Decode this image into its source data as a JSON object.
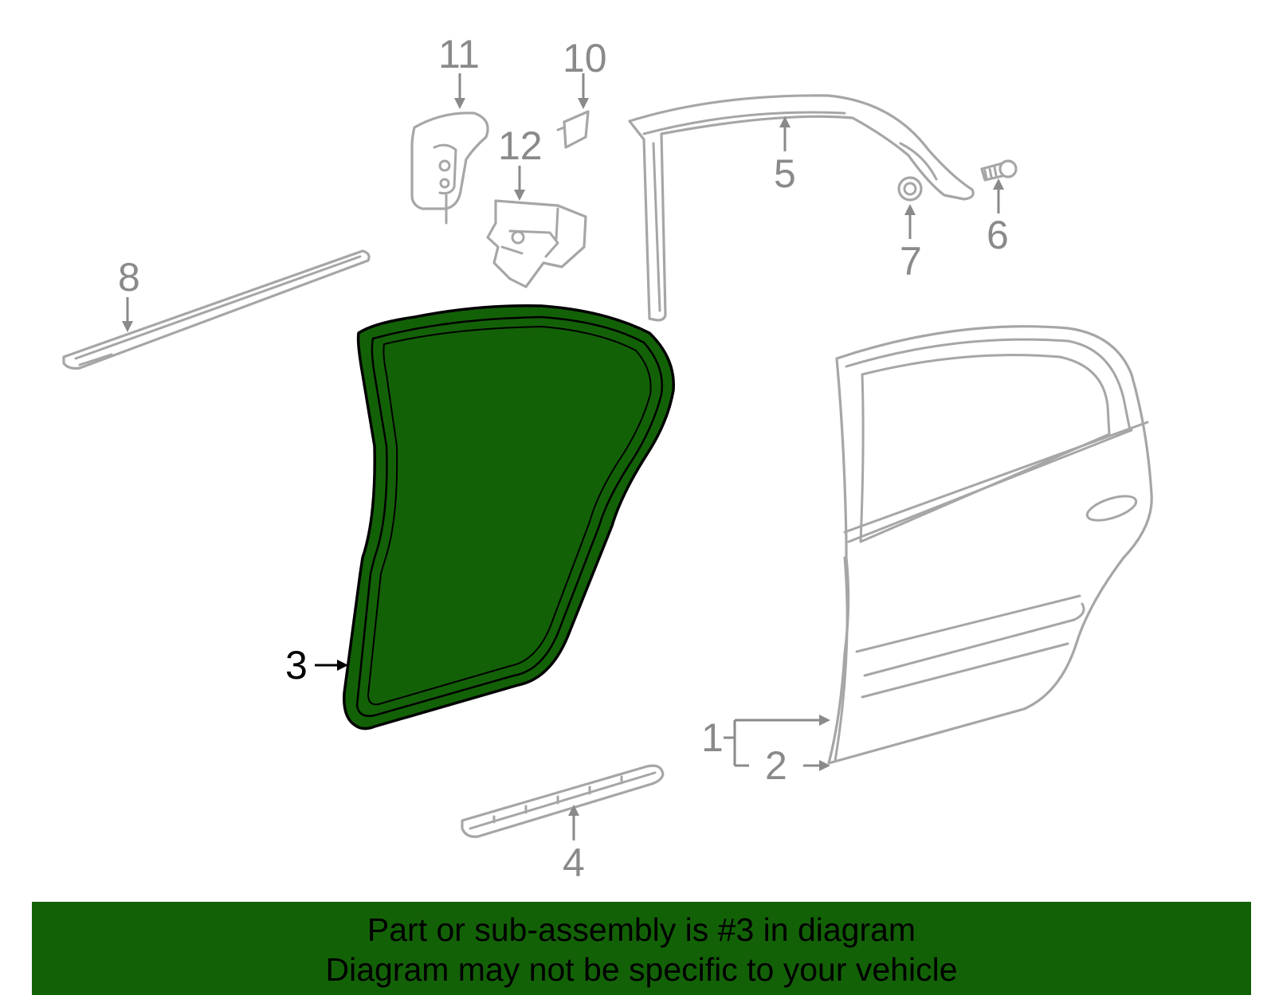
{
  "diagram": {
    "callouts": [
      "1",
      "2",
      "3",
      "4",
      "5",
      "6",
      "7",
      "8",
      "10",
      "11",
      "12"
    ],
    "highlighted_part": "3",
    "highlight_color": "#136107",
    "line_color": "#a6a6a6"
  },
  "banner": {
    "line1": "Part or sub-assembly is #3 in diagram",
    "line2": "Diagram may not be specific to your vehicle",
    "background": "#136107"
  }
}
